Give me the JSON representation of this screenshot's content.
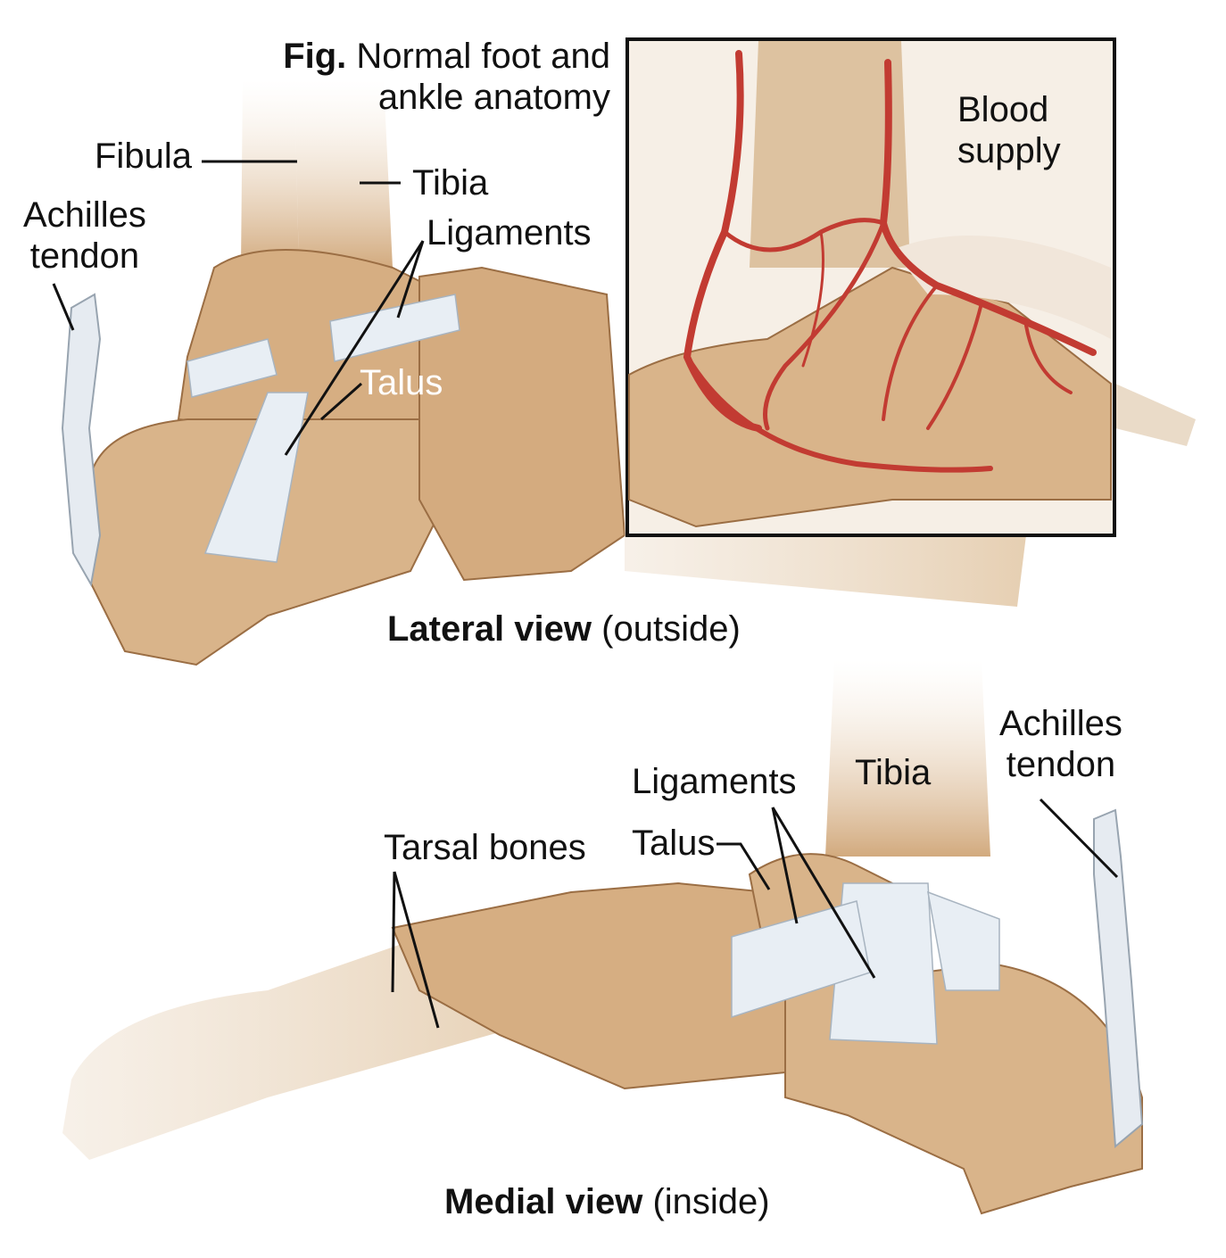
{
  "figure": {
    "title_bold": "Fig.",
    "title_line1": "Normal  foot and",
    "title_line2": "ankle anatomy"
  },
  "inset": {
    "label_line1": "Blood",
    "label_line2": "supply"
  },
  "lateral_view": {
    "caption_bold": "Lateral view",
    "caption_rest": "(outside)",
    "labels": {
      "fibula": "Fibula",
      "tibia": "Tibia",
      "achilles_line1": "Achilles",
      "achilles_line2": "tendon",
      "ligaments": "Ligaments",
      "talus": "Talus"
    }
  },
  "medial_view": {
    "caption_bold": "Medial view",
    "caption_rest": "(inside)",
    "labels": {
      "tibia": "Tibia",
      "achilles_line1": "Achilles",
      "achilles_line2": "tendon",
      "ligaments": "Ligaments",
      "talus": "Talus",
      "tarsal_bones": "Tarsal bones"
    }
  },
  "colors": {
    "bone": "#d9b48a",
    "bone_shadow": "#a97a4e",
    "ligament": "#e8eef4",
    "artery": "#c23b32",
    "frame": "#111111"
  }
}
